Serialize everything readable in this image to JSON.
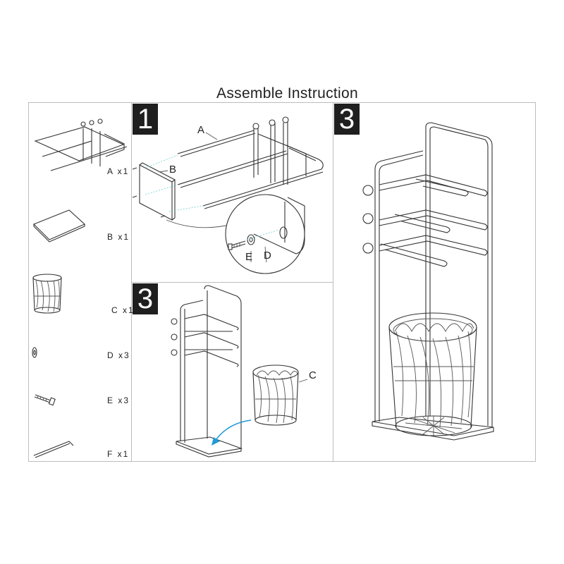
{
  "title": "Assemble Instruction",
  "steps": {
    "step1": "1",
    "step3_left": "3",
    "step3_right": "3"
  },
  "parts": [
    {
      "id": "A",
      "label": "A x1"
    },
    {
      "id": "B",
      "label": "B x1"
    },
    {
      "id": "C",
      "label": "C x1"
    },
    {
      "id": "D",
      "label": "D x3"
    },
    {
      "id": "E",
      "label": "E x3"
    },
    {
      "id": "F",
      "label": "F x1"
    }
  ],
  "callouts": {
    "a": "A",
    "b": "B",
    "c": "C",
    "d": "D",
    "e": "E"
  },
  "colors": {
    "badge": "#1f1f1f",
    "arrow": "#1f9ad6",
    "guide": "#7fd3d3"
  }
}
